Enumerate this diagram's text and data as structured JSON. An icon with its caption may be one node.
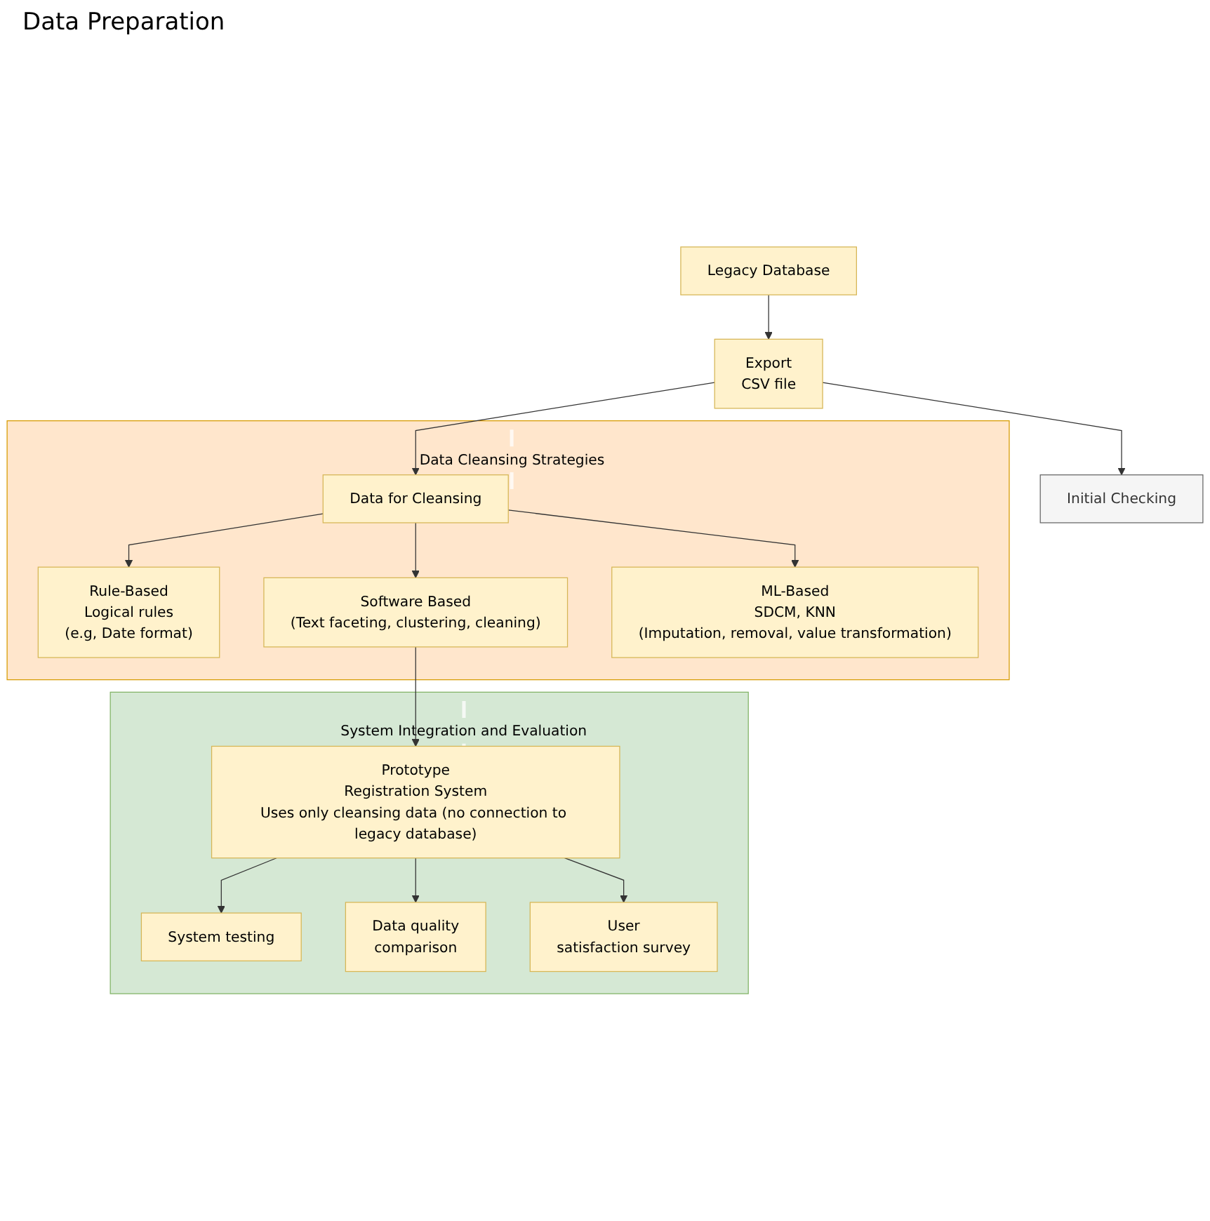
{
  "diagram": {
    "nodes": [
      {
        "text": [
          "Legacy Database"
        ]
      },
      {
        "text": [
          "Export",
          "CSV file"
        ]
      },
      {
        "text": [
          "Initial Checking"
        ]
      },
      {
        "text": [
          "Data Cleansing Strategies"
        ]
      },
      {
        "text": [
          "Data for Cleansing"
        ],
        "in": 3
      },
      {
        "text": [
          "Rule-Based",
          "Logical rules",
          "(e.g, Date format)"
        ],
        "in": 3
      },
      {
        "text": [
          "Software Based",
          "(Text faceting, clustering, cleaning)"
        ],
        "in": 3
      },
      {
        "text": [
          "ML-Based",
          "SDCM, KNN",
          "(Imputation, removal, value transformation)"
        ],
        "in": 3
      },
      {
        "text": [
          "System Integration and Evaluation"
        ]
      },
      {
        "text": [
          "Prototype",
          "Registration System",
          "Uses only cleansing data (no connection to legacy database)"
        ],
        "in": 8
      },
      {
        "text": [
          "System testing"
        ],
        "in": 8
      },
      {
        "text": [
          "Data quality",
          "comparison"
        ],
        "in": 8
      },
      {
        "text": [
          "User",
          "satisfaction survey"
        ],
        "in": 8
      }
    ],
    "edges": [
      {
        "from": 0,
        "to": 1,
        "arrow": "to"
      },
      {
        "from": 1,
        "to": 2,
        "arrow": "to"
      },
      {
        "from": 1,
        "to": 4,
        "arrow": "to"
      },
      {
        "from": 4,
        "to": 5,
        "arrow": "to"
      },
      {
        "from": 4,
        "to": 6,
        "arrow": "to"
      },
      {
        "from": 4,
        "to": 7,
        "arrow": "to"
      },
      {
        "from": 6,
        "to": 9,
        "arrow": "to"
      },
      {
        "from": 9,
        "to": 10,
        "arrow": "to"
      },
      {
        "from": 9,
        "to": 11,
        "arrow": "to"
      },
      {
        "from": 9,
        "to": 12,
        "arrow": "to"
      }
    ],
    "labels": [
      "Data Preparation"
    ]
  }
}
